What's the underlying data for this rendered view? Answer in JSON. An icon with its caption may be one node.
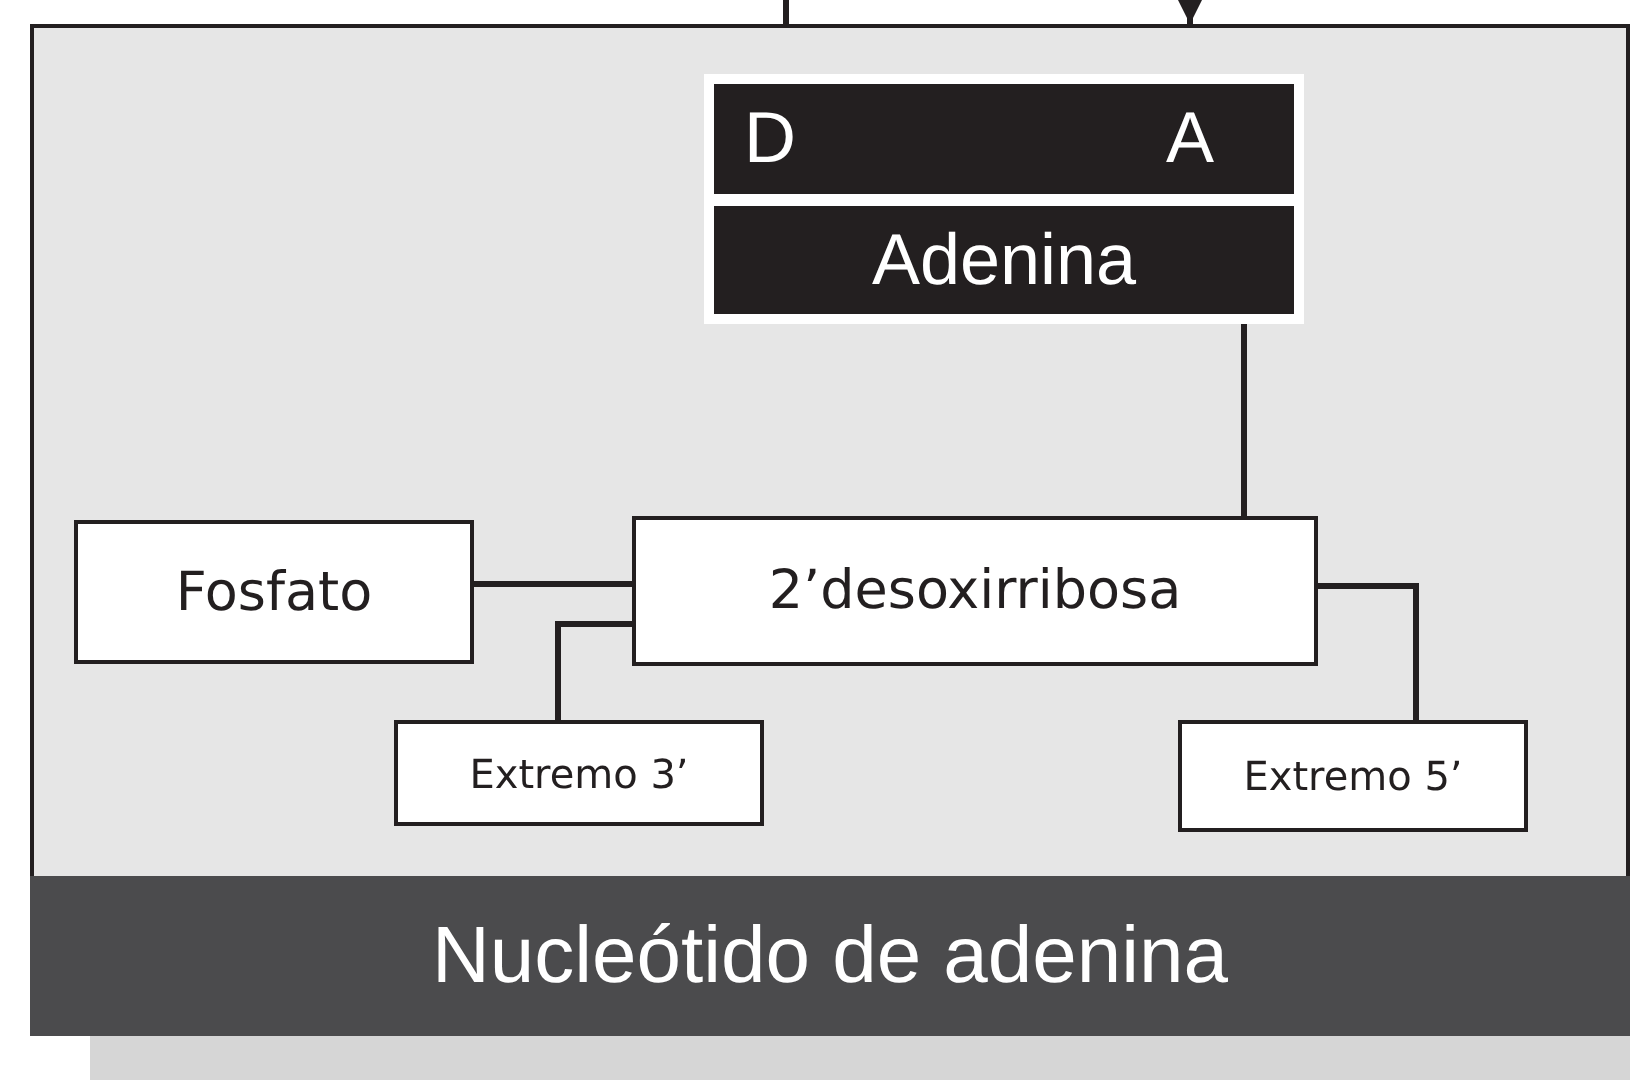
{
  "diagram": {
    "nodes": [
      {
        "text": [
          "Nucleótido de adenina"
        ]
      },
      {
        "text": [
          "D",
          "A",
          "Adenina"
        ],
        "in": 0
      },
      {
        "text": [
          "Fosfato"
        ],
        "in": 0
      },
      {
        "text": [
          "2’desoxirribosa"
        ],
        "in": 0
      },
      {
        "text": [
          "Extremo 3’"
        ],
        "in": 0
      },
      {
        "text": [
          "Extremo 5’"
        ],
        "in": 0
      }
    ],
    "edges": [
      {
        "from": null,
        "to": 0,
        "arrow": "none"
      },
      {
        "from": null,
        "to": 0,
        "arrow": "to"
      },
      {
        "from": 1,
        "to": 3,
        "arrow": "none"
      },
      {
        "from": 2,
        "to": 3,
        "arrow": "none"
      },
      {
        "from": 3,
        "to": 4,
        "arrow": "none"
      },
      {
        "from": 3,
        "to": 5,
        "arrow": "none"
      }
    ]
  }
}
